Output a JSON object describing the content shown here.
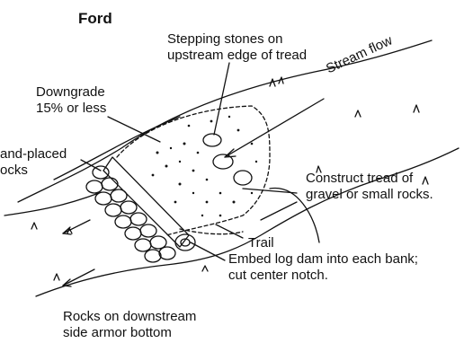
{
  "title": "Ford",
  "labels": {
    "stepping_stones": [
      "Stepping stones on",
      "upstream edge of tread"
    ],
    "stream_flow": "Stream flow",
    "downgrade": [
      "Downgrade",
      "15% or less"
    ],
    "hand_placed": [
      "and-placed",
      "ocks"
    ],
    "construct_tread": [
      "Construct tread of",
      "gravel or small rocks."
    ],
    "trail": "Trail",
    "embed_log": [
      "Embed log dam into each bank;",
      "cut center notch."
    ],
    "rocks_downstream": [
      "Rocks on downstream",
      "side armor bottom"
    ]
  },
  "colors": {
    "ink": "#111111",
    "background": "#ffffff"
  }
}
